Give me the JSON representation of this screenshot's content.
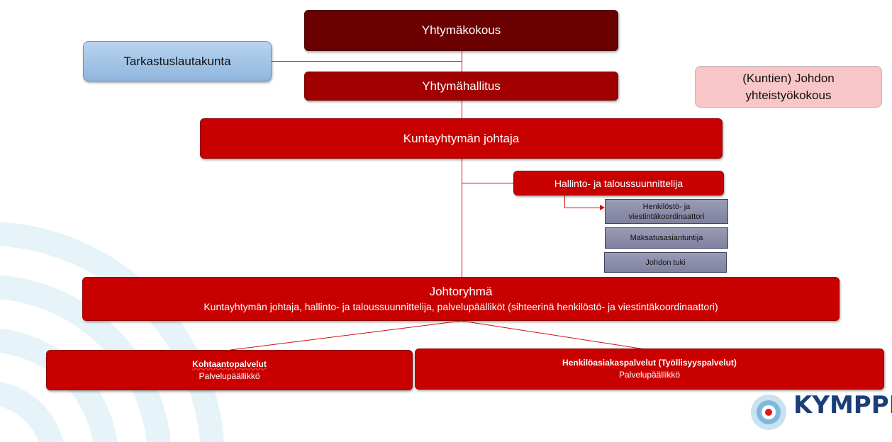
{
  "colors": {
    "top": "#6b0000",
    "board": "#a00000",
    "main_red": "#c80000",
    "audit_blue": "#8fb5de",
    "meeting_pink": "#f8c6c6",
    "support_slate": "#8c8ea9",
    "logo_blue": "#1b3e7a"
  },
  "nodes": {
    "yhtymakokous": "Yhtymäkokous",
    "tarkastuslautakunta": "Tarkastuslautakunta",
    "yhtymahallitus": "Yhtymähallitus",
    "johdon_yhteistyokokous": "(Kuntien) Johdon yhteistyökokous",
    "kuntayhtyman_johtaja": "Kuntayhtymän johtaja",
    "hallinto_taloussuunnittelija": "Hallinto- ja taloussuunnittelija",
    "henkilosto_viestinta": "Henkilöstö- ja viestintäkoordinaattori",
    "maksatusasiantuntija": "Maksatusasiantuntija",
    "johdon_tuki": "Johdon tuki",
    "johtoryhma_title": "Johtoryhmä",
    "johtoryhma_members": "Kuntayhtymän johtaja, hallinto- ja taloussuunnittelija, palvelupäälliköt (sihteerinä henkilöstö- ja viestintäkoordinaattori)",
    "kohtaanto_title": "Kohtaantopalvelut",
    "kohtaanto_role": "Palvelupäällikkö",
    "henkiloasiakas_title": "Henkilöasiakaspalvelut (Työllisyyspalvelut)",
    "henkiloasiakas_role": "Palvelupäällikkö"
  },
  "logo": {
    "text": "KYMPPI",
    "icon": "target-circle-icon"
  },
  "decoration": {
    "icon": "signal-waves-icon"
  }
}
